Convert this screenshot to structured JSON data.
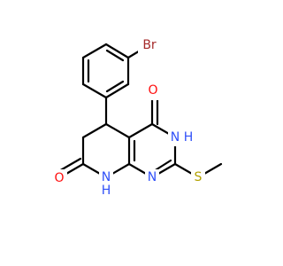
{
  "molecule": {
    "atoms": {
      "bromine": "Br",
      "oxygen_ketone": "O",
      "nitrogen_nh_right": "N",
      "hydrogen_nh_right": "H",
      "oxygen_lactam": "O",
      "nitrogen_nh_bottom": "N",
      "hydrogen_nh_bottom": "H",
      "nitrogen_ring": "N",
      "sulfur": "S"
    },
    "colors": {
      "bond": "#000000",
      "bromine": "#a52a2a",
      "oxygen": "#ff0d0d",
      "nitrogen": "#3050f8",
      "sulfur": "#b2a100"
    }
  }
}
